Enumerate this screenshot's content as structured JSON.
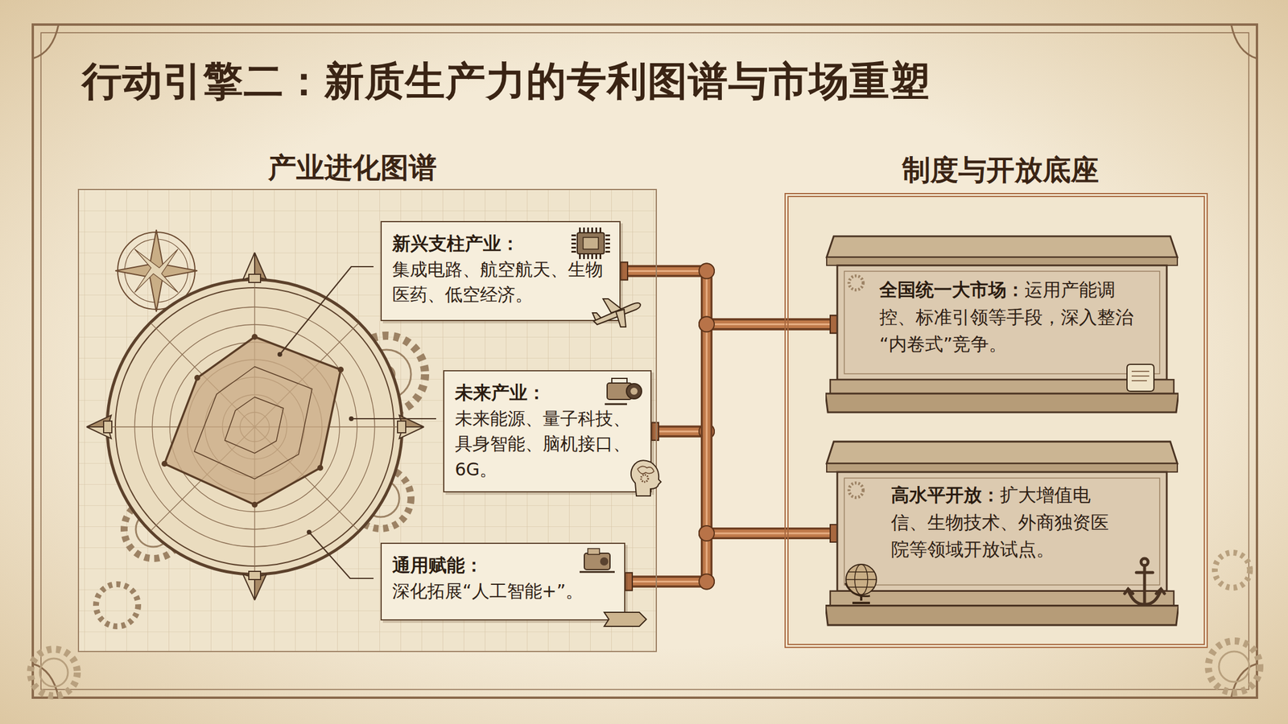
{
  "diagram": {
    "title": "行动引擎二：新质生产力的专利图谱与市场重塑",
    "nodes": [
      {
        "text": [
          "产业进化图谱"
        ]
      },
      {
        "text": [
          "新兴支柱产业：",
          "集成电路、航空航天、生物医药、低空经济。"
        ],
        "in": 0
      },
      {
        "text": [
          "未来产业：",
          "未来能源、量子科技、具身智能、脑机接口、6G。"
        ],
        "in": 0
      },
      {
        "text": [
          "通用赋能：",
          "深化拓展“人工智能+”。"
        ],
        "in": 0
      },
      {
        "text": [
          "制度与开放底座"
        ]
      },
      {
        "text": [
          "全国统一大市场：",
          "运用产能调控、标准引领等手段，深入整治“内卷式”竞争。"
        ],
        "in": 4
      },
      {
        "text": [
          "高水平开放：",
          "扩大增值电信、生物技术、外商独资医院等领域开放试点。"
        ],
        "in": 4
      }
    ],
    "edges": [
      {
        "from": 1,
        "to": 5,
        "arrow": "none"
      },
      {
        "from": 1,
        "to": 6,
        "arrow": "none"
      },
      {
        "from": 2,
        "to": 5,
        "arrow": "none"
      },
      {
        "from": 2,
        "to": 6,
        "arrow": "none"
      },
      {
        "from": 3,
        "to": 5,
        "arrow": "none"
      },
      {
        "from": 3,
        "to": 6,
        "arrow": "none"
      }
    ]
  }
}
